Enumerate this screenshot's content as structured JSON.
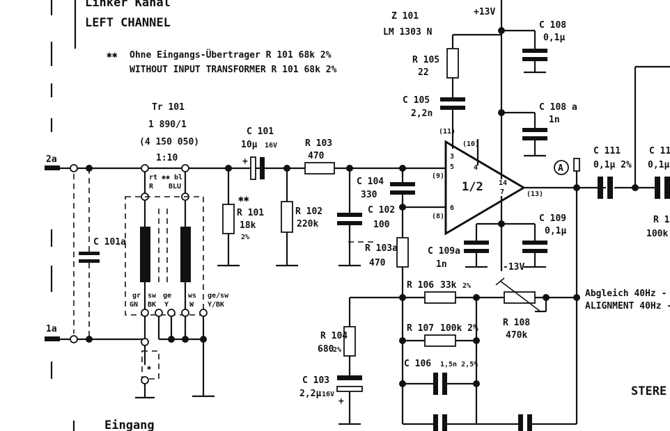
{
  "header": {
    "title_de": "Linker Kanal",
    "title_en": "LEFT CHANNEL",
    "note_de": "Ohne Eingangs-Übertrager R 101  68k 2%",
    "note_en": "WITHOUT INPUT TRANSFORMER R 101  68k 2%",
    "note_marker": "✱✱"
  },
  "terminals": {
    "t2a": "2a",
    "t1a": "1a",
    "circle_a": "A"
  },
  "supply": {
    "pos": "+13V",
    "neg": "-13V"
  },
  "transformer": {
    "ref": "Tr 101",
    "part": "1 890/1",
    "order": "(4 150 050)",
    "ratio": "1:10",
    "rt": "rt",
    "r": "R",
    "bl": "bl",
    "blu": "BLU",
    "pins": {
      "gn": "gr",
      "gn2": "GN",
      "sw": "sw",
      "bk": "BK",
      "ge": "ge",
      "y": "Y",
      "ws": "ws",
      "wh": "W",
      "gesw": "ge/sw",
      "ybk": "Y/BK"
    }
  },
  "ic": {
    "ref": "Z 101",
    "part": "LM 1303 N",
    "half": "1/2",
    "pin3": "3",
    "pin5": "5",
    "pin4": "4",
    "pin6": "6",
    "pin14": "14",
    "pin7": "7",
    "p9": "(9)",
    "p8": "(8)",
    "p10": "(10)",
    "p11": "(11)",
    "p13": "(13)"
  },
  "components": {
    "c101": {
      "ref": "C 101",
      "val": "10µ",
      "v": "16V"
    },
    "c101a": {
      "ref": "C 101a"
    },
    "r101": {
      "ref": "R 101",
      "val": "18k",
      "tol": "2%",
      "mark": "✱✱"
    },
    "r102": {
      "ref": "R 102",
      "val": "220k"
    },
    "r103": {
      "ref": "R 103",
      "val": "470"
    },
    "r103a": {
      "ref": "R 103a",
      "val": "470"
    },
    "c104": {
      "ref": "C 104",
      "val": "330"
    },
    "c102": {
      "ref": "C 102",
      "val": "100"
    },
    "r105": {
      "ref": "R 105",
      "val": "22"
    },
    "c105": {
      "ref": "C 105",
      "val": "2,2n"
    },
    "c108": {
      "ref": "C 108",
      "val": "0,1µ"
    },
    "c108a": {
      "ref": "C 108 a",
      "val": "1n"
    },
    "c109": {
      "ref": "C 109",
      "val": "0,1µ"
    },
    "c109a": {
      "ref": "C 109a",
      "val": "1n"
    },
    "c111": {
      "ref": "C 111",
      "val": "0,1µ 2%"
    },
    "c11x": {
      "ref": "C 11",
      "val": "0,1µ"
    },
    "r1x": {
      "ref": "R 1",
      "val": "100k"
    },
    "r104": {
      "ref": "R 104",
      "val": "680",
      "tol": "2%"
    },
    "c103": {
      "ref": "C 103",
      "val": "2,2µ",
      "v": "16V"
    },
    "r106": {
      "ref": "R 106",
      "val": "33k",
      "tol": "2%"
    },
    "r107": {
      "ref": "R 107",
      "val": "100k 2%"
    },
    "c106": {
      "ref": "C 106",
      "val": "1,5n 2,5%"
    },
    "r108": {
      "ref": "R 108",
      "val": "470k"
    }
  },
  "notes": {
    "align_de": "Abgleich 40Hz -",
    "align_en": "ALIGNMENT 40Hz -",
    "stereo": "STERE",
    "input": "Eingang"
  }
}
